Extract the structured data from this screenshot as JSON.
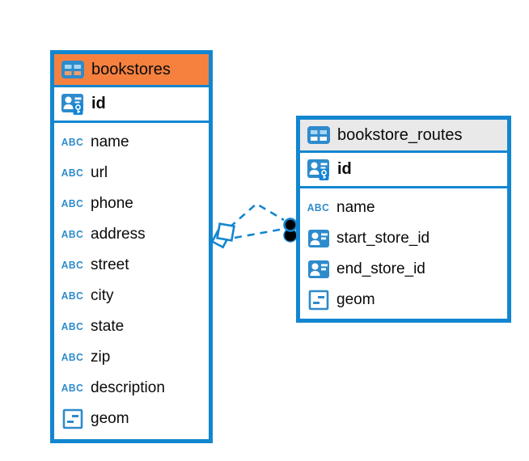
{
  "diagram": {
    "title": "entity-relationship-diagram",
    "colors": {
      "accent_blue": "#1386d0",
      "icon_blue": "#2e8bcc",
      "bookstores_header": "#f6813f",
      "routes_header": "#e9e9e9",
      "endpoint_black": "#000000",
      "background": "#ffffff"
    },
    "icons": {
      "abc_label": "ABC",
      "table_icon": "table-grid",
      "primary_key_icon": "person-card-with-key",
      "reference_icon": "person-card",
      "geometry_icon": "square-with-dashes"
    },
    "tables": [
      {
        "name": "bookstores",
        "columns": [
          {
            "name": "id",
            "icon": "primary-key"
          },
          {
            "name": "name",
            "icon": "text"
          },
          {
            "name": "url",
            "icon": "text"
          },
          {
            "name": "phone",
            "icon": "text"
          },
          {
            "name": "address",
            "icon": "text"
          },
          {
            "name": "street",
            "icon": "text"
          },
          {
            "name": "city",
            "icon": "text"
          },
          {
            "name": "state",
            "icon": "text"
          },
          {
            "name": "zip",
            "icon": "text"
          },
          {
            "name": "description",
            "icon": "text"
          },
          {
            "name": "geom",
            "icon": "geometry"
          }
        ]
      },
      {
        "name": "bookstore_routes",
        "columns": [
          {
            "name": "id",
            "icon": "primary-key"
          },
          {
            "name": "name",
            "icon": "text"
          },
          {
            "name": "start_store_id",
            "icon": "reference"
          },
          {
            "name": "end_store_id",
            "icon": "reference"
          },
          {
            "name": "geom",
            "icon": "geometry"
          }
        ]
      }
    ],
    "relationships": [
      {
        "from_table": "bookstores",
        "to_table": "bookstore_routes",
        "line_style": "dashed"
      },
      {
        "from_table": "bookstores",
        "to_table": "bookstore_routes",
        "line_style": "dashed"
      }
    ]
  }
}
